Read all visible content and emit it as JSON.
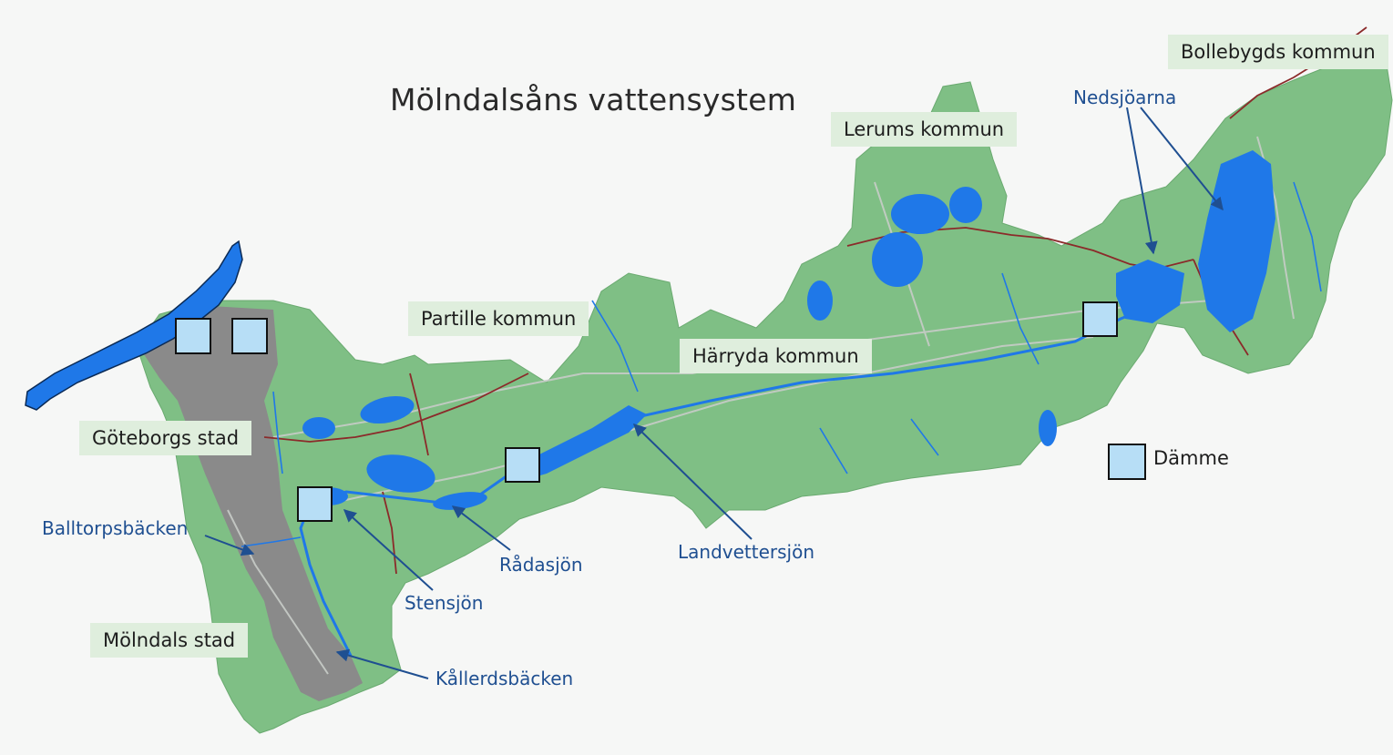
{
  "title": "Mölndalsåns vattensystem",
  "municipalities": {
    "goteborg": "Göteborgs stad",
    "molndal": "Mölndals stad",
    "partille": "Partille kommun",
    "harryda": "Härryda kommun",
    "lerum": "Lerums kommun",
    "bollebygd": "Bollebygds kommun"
  },
  "waters": {
    "balltorpsbacken": "Balltorpsbäcken",
    "stensjon": "Stensjön",
    "radasjon": "Rådasjön",
    "landvettersjon": "Landvettersjön",
    "kallerdsbacken": "Kållerdsbäcken",
    "nedsjoarna": "Nedsjöarna"
  },
  "legend": {
    "damme": "Dämme"
  },
  "colors": {
    "land": "#7fbf85",
    "urban": "#8a8a8a",
    "water": "#1f78e8",
    "label_water": "#1f4f91",
    "label_box": "#dfeedd",
    "dam": "#b7def6",
    "border": "#8b2a2a",
    "road": "#c8ccc8"
  }
}
